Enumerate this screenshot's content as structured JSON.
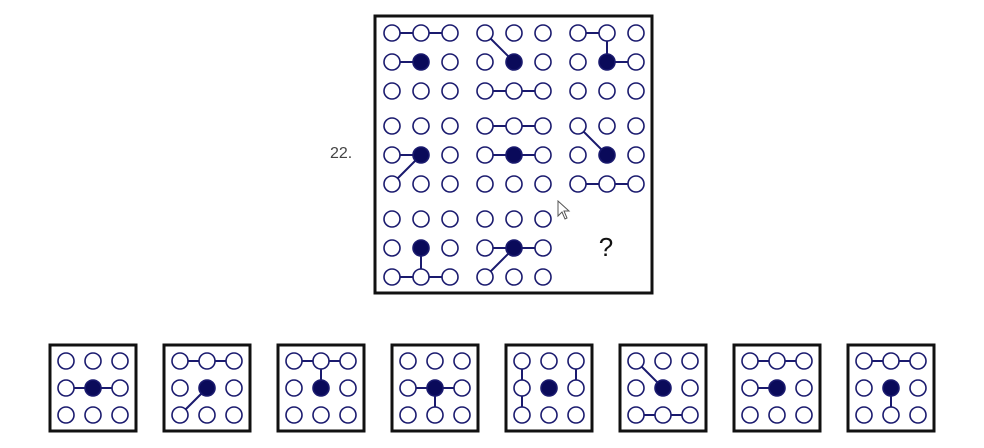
{
  "question": {
    "number": "22."
  },
  "matrix": {
    "missing_symbol": "?",
    "cells": [
      {
        "lines": [
          [
            0,
            1
          ],
          [
            1,
            2
          ],
          [
            3,
            4
          ]
        ]
      },
      {
        "lines": [
          [
            0,
            4
          ],
          [
            6,
            7
          ],
          [
            7,
            8
          ]
        ]
      },
      {
        "lines": [
          [
            1,
            4
          ],
          [
            4,
            5
          ],
          [
            0,
            1
          ]
        ]
      },
      {
        "lines": [
          [
            3,
            4
          ],
          [
            4,
            6
          ]
        ]
      },
      {
        "lines": [
          [
            0,
            1
          ],
          [
            1,
            2
          ],
          [
            4,
            5
          ],
          [
            3,
            4
          ]
        ]
      },
      {
        "lines": [
          [
            0,
            4
          ],
          [
            6,
            7
          ],
          [
            7,
            8
          ]
        ]
      },
      {
        "lines": [
          [
            4,
            7
          ],
          [
            6,
            7
          ],
          [
            7,
            8
          ]
        ]
      },
      {
        "lines": [
          [
            3,
            4
          ],
          [
            4,
            5
          ],
          [
            4,
            6
          ]
        ]
      },
      null
    ]
  },
  "options": [
    {
      "lines": [
        [
          3,
          4
        ],
        [
          4,
          5
        ]
      ]
    },
    {
      "lines": [
        [
          0,
          1
        ],
        [
          1,
          2
        ],
        [
          4,
          6
        ]
      ]
    },
    {
      "lines": [
        [
          0,
          1
        ],
        [
          1,
          2
        ],
        [
          1,
          4
        ]
      ]
    },
    {
      "lines": [
        [
          3,
          4
        ],
        [
          4,
          5
        ],
        [
          4,
          7
        ]
      ]
    },
    {
      "lines": [
        [
          0,
          3
        ],
        [
          3,
          6
        ],
        [
          2,
          5
        ]
      ]
    },
    {
      "lines": [
        [
          0,
          4
        ],
        [
          6,
          7
        ],
        [
          7,
          8
        ]
      ]
    },
    {
      "lines": [
        [
          0,
          1
        ],
        [
          1,
          2
        ],
        [
          3,
          4
        ]
      ]
    },
    {
      "lines": [
        [
          0,
          1
        ],
        [
          1,
          2
        ],
        [
          4,
          7
        ]
      ]
    }
  ],
  "colors": {
    "line": "#1a1a6e",
    "filled_dot": "#0a0a5a",
    "frame": "#111111"
  }
}
